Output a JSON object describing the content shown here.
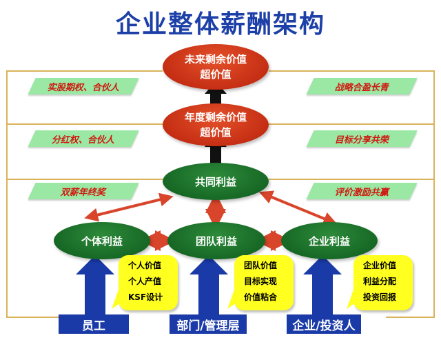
{
  "title": "企业整体薪酬架构",
  "ovals": {
    "future_surplus": {
      "line1": "未来剩余价值",
      "line2": "超价值"
    },
    "annual_surplus": {
      "line1": "年度剩余价值",
      "line2": "超价值"
    },
    "common_interest": "共同利益",
    "individual_interest": "个体利益",
    "team_interest": "团队利益",
    "company_interest": "企业利益"
  },
  "left_banners": [
    "实股期权、合伙人",
    "分红权、合伙人",
    "双薪年终奖"
  ],
  "right_banners": [
    "战略合盈长青",
    "目标分享共荣",
    "评价激励共赢"
  ],
  "bubbles": {
    "individual": [
      "个人价值",
      "个人产值",
      "KSF设计"
    ],
    "team": [
      "团队价值",
      "目标实现",
      "价值粘合"
    ],
    "company": [
      "企业价值",
      "利益分配",
      "投资回报"
    ]
  },
  "bases": {
    "staff": "员工",
    "management": "部门/管理层",
    "investor": "企业/投资人"
  },
  "colors": {
    "title": "#1c3fa8",
    "red_oval": "#c8300f",
    "green_oval": "#146a25",
    "banner_bg": "#9be7a4",
    "banner_text": "#d0180f",
    "bubble": "#ffff20",
    "base": "#1a3aa8",
    "bracket_lines": "#d9b35a",
    "connector_arrows": "#d8452a"
  }
}
